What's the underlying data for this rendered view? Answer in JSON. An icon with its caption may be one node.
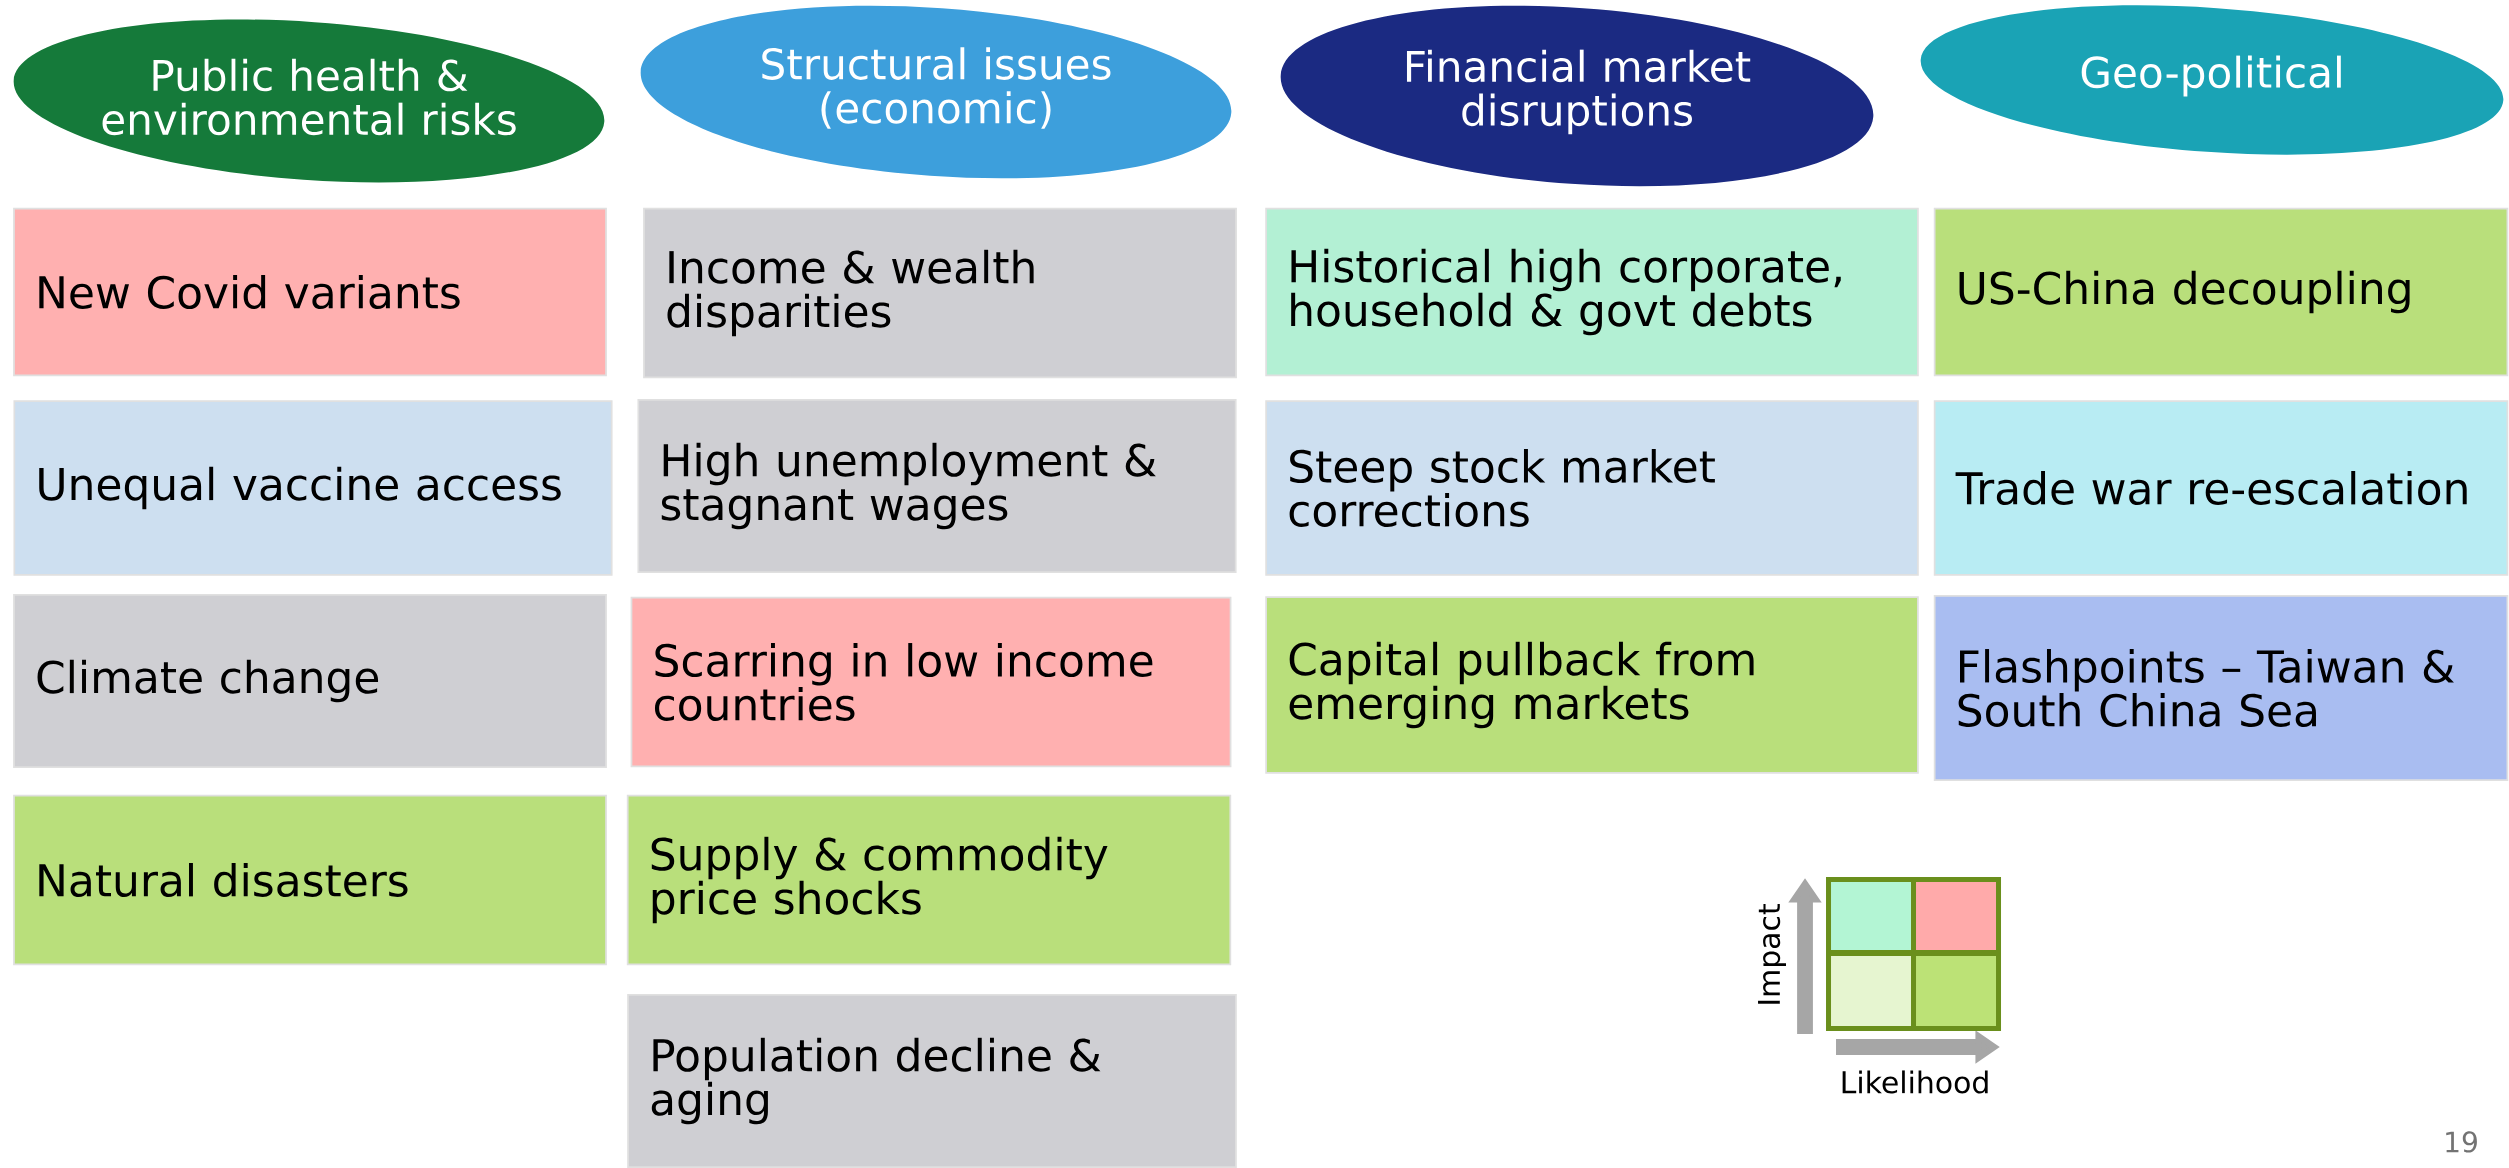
{
  "diagram": {
    "nodes": [
      {
        "text": [
          "Public health & environmental risks"
        ]
      },
      {
        "text": [
          "Structural issues (economic)"
        ]
      },
      {
        "text": [
          "Financial market disruptions"
        ]
      },
      {
        "text": [
          "Geo-political"
        ]
      },
      {
        "text": [
          "New Covid variants"
        ]
      },
      {
        "text": [
          "Unequal vaccine access"
        ]
      },
      {
        "text": [
          "Climate change"
        ]
      },
      {
        "text": [
          "Natural disasters"
        ]
      },
      {
        "text": [
          "Income & wealth disparities"
        ]
      },
      {
        "text": [
          "High unemployment & stagnant wages"
        ]
      },
      {
        "text": [
          "Scarring in low income countries"
        ]
      },
      {
        "text": [
          "Supply & commodity price shocks"
        ]
      },
      {
        "text": [
          "Population decline & aging"
        ]
      },
      {
        "text": [
          "Historical high corporate, household & govt debts"
        ]
      },
      {
        "text": [
          "Steep stock market corrections"
        ]
      },
      {
        "text": [
          "Capital pullback from emerging markets"
        ]
      },
      {
        "text": [
          "US-China decoupling"
        ]
      },
      {
        "text": [
          "Trade war re-escalation"
        ]
      },
      {
        "text": [
          "Flashpoints – Taiwan & South China Sea"
        ]
      }
    ],
    "labels": [
      "Impact",
      "Likelihood",
      "19"
    ]
  }
}
